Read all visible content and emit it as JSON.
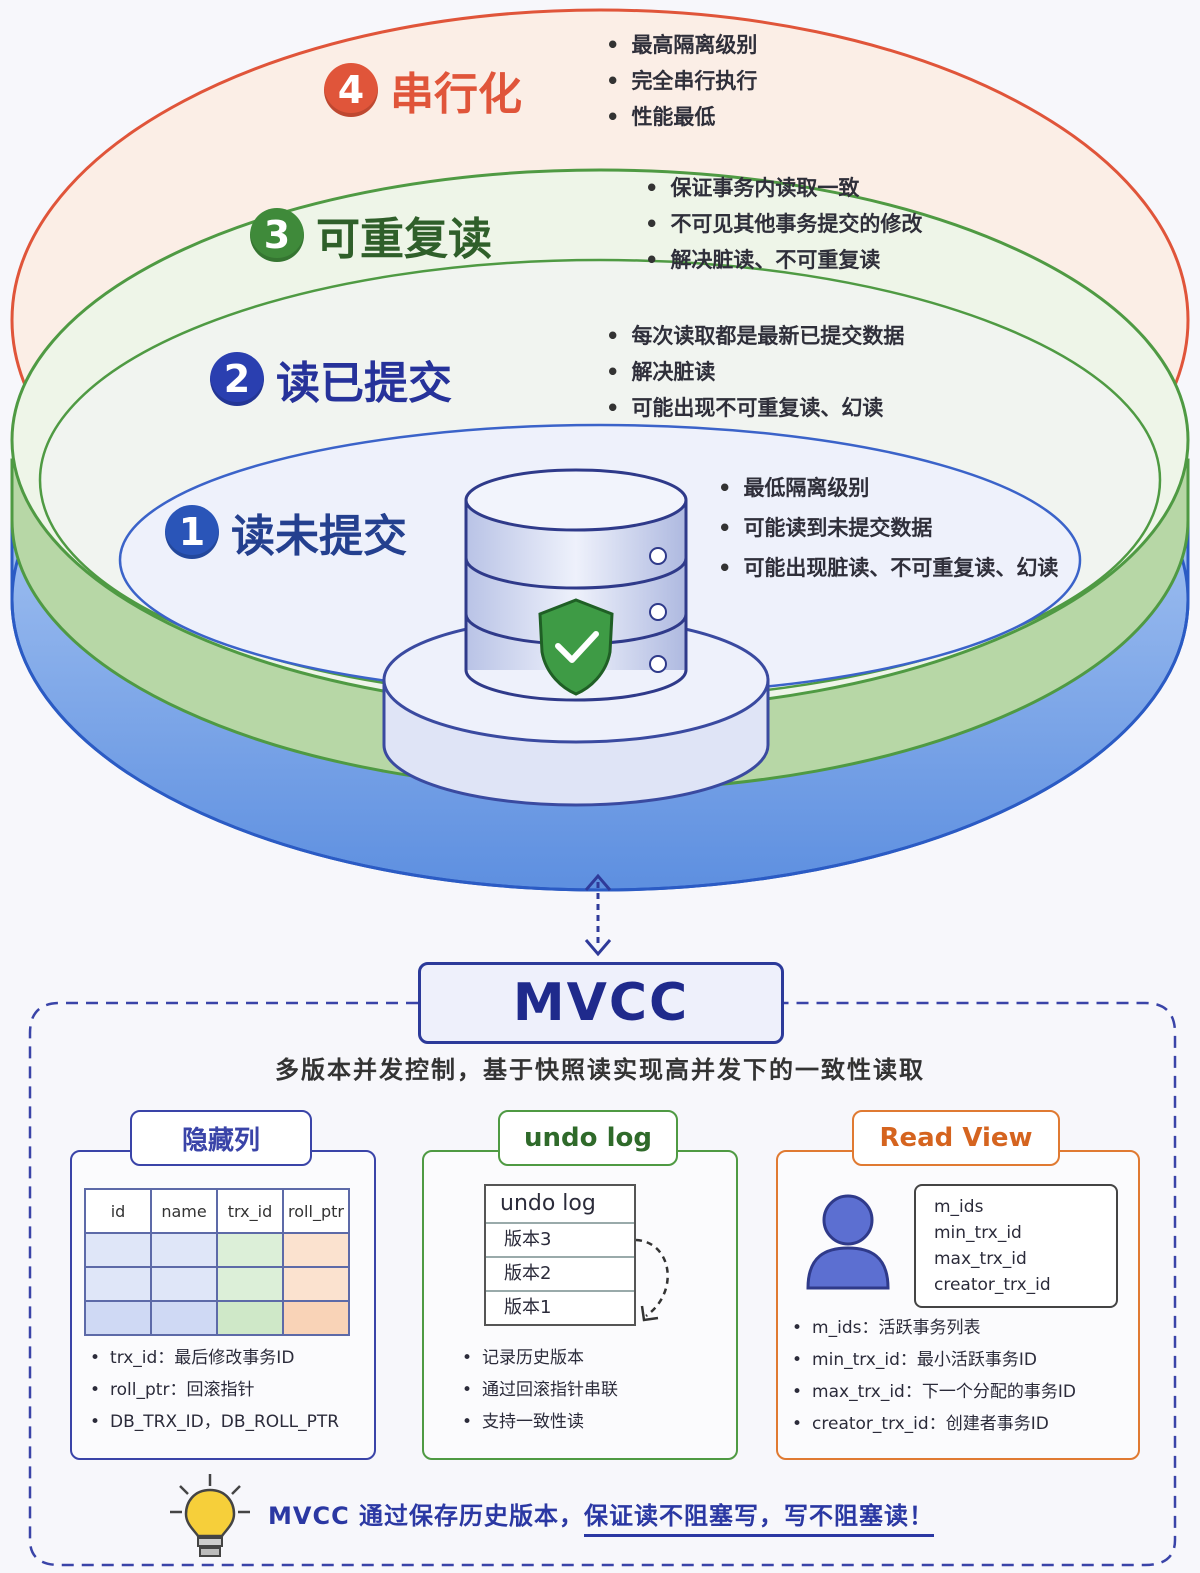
{
  "levels": [
    {
      "number": "4",
      "title": "串行化",
      "color": "#e0553a",
      "bullets": [
        "最高隔离级别",
        "完全串行执行",
        "性能最低"
      ]
    },
    {
      "number": "3",
      "title": "可重复读",
      "color": "#3f8a3a",
      "bullets": [
        "保证事务内读取一致",
        "不可见其他事务提交的修改",
        "解决脏读、不可重复读"
      ]
    },
    {
      "number": "2",
      "title": "读已提交",
      "color": "#2a3fb0",
      "bullets": [
        "每次读取都是最新已提交数据",
        "解决脏读",
        "可能出现不可重复读、幻读"
      ]
    },
    {
      "number": "1",
      "title": "读未提交",
      "color": "#2a55b8",
      "bullets": [
        "最低隔离级别",
        "可能读到未提交数据",
        "可能出现脏读、不可重复读、幻读"
      ]
    }
  ],
  "mvcc": {
    "title": "MVCC",
    "description": "多版本并发控制，基于快照读实现高并发下的一致性读取"
  },
  "cards": {
    "hidden_columns": {
      "title": "隐藏列",
      "color": "#3a44a8",
      "table_headers": [
        "id",
        "name",
        "trx_id",
        "roll_ptr"
      ],
      "bullets": [
        "trx_id：最后修改事务ID",
        "roll_ptr：回滚指针",
        "DB_TRX_ID，DB_ROLL_PTR"
      ]
    },
    "undo_log": {
      "title": "undo log",
      "color": "#3f8a3a",
      "doc_title": "undo log",
      "versions": [
        "版本3",
        "版本2",
        "版本1"
      ],
      "bullets": [
        "记录历史版本",
        "通过回滚指针串联",
        "支持一致性读"
      ]
    },
    "read_view": {
      "title": "Read View",
      "color": "#e07a32",
      "fields": [
        "m_ids",
        "min_trx_id",
        "max_trx_id",
        "creator_trx_id"
      ],
      "bullets": [
        "m_ids：活跃事务列表",
        "min_trx_id：最小活跃事务ID",
        "max_trx_id：下一个分配的事务ID",
        "creator_trx_id：创建者事务ID"
      ]
    }
  },
  "footer": {
    "part1": "MVCC 通过保存历史版本，",
    "part2": "保证读不阻塞写，写不阻塞读！"
  }
}
